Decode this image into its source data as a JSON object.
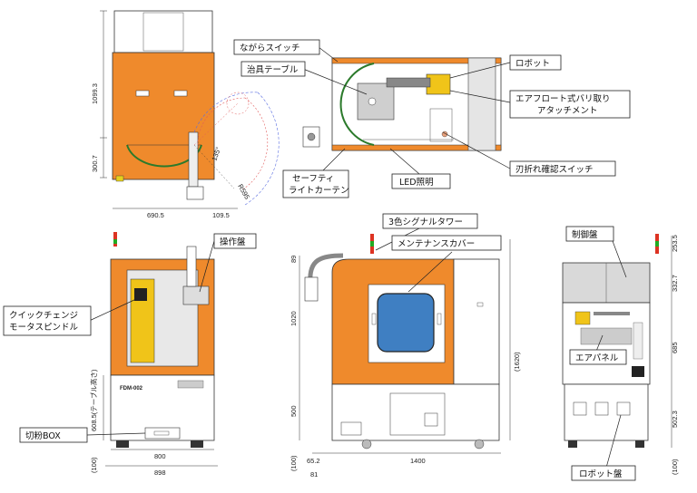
{
  "callouts": {
    "nagara_switch": "ながらスイッチ",
    "jig_table": "治具テーブル",
    "robot": "ロボット",
    "air_float_1": "エアフロート式バリ取り",
    "air_float_2": "アタッチメント",
    "blade_check": "刃折れ確認スイッチ",
    "safety_1": "セーフティ",
    "safety_2": "ライトカーテン",
    "led": "LED照明",
    "signal_tower": "3色シグナルタワー",
    "maintenance": "メンテナンスカバー",
    "control_panel": "制御盤",
    "op_panel": "操作盤",
    "spindle_1": "クイックチェンジ",
    "spindle_2": "モータスピンドル",
    "air_panel": "エアパネル",
    "chip_box": "切粉BOX",
    "robot_panel": "ロボット盤"
  },
  "dims": {
    "d1099": "1099.3",
    "d300": "300.7",
    "d690": "690.5",
    "d109": "109.5",
    "r595": "R595",
    "a135": "135°",
    "d608": "608.5(テーブル高さ)",
    "d800": "800",
    "d898": "898",
    "d100a": "(100)",
    "d89": "89",
    "d1020": "1020",
    "d500": "500",
    "d1620": "(1620)",
    "d65": "65.2",
    "d1400": "1400",
    "d81": "81",
    "d100b": "(100)",
    "d253": "253.5",
    "d332": "332.7",
    "d685": "685",
    "d502": "502.3",
    "d100c": "(100)"
  },
  "model": "FDM-002",
  "colors": {
    "orange": "#ef8a2c",
    "grey": "#d9d9d9",
    "blue": "#3f7fc2"
  }
}
